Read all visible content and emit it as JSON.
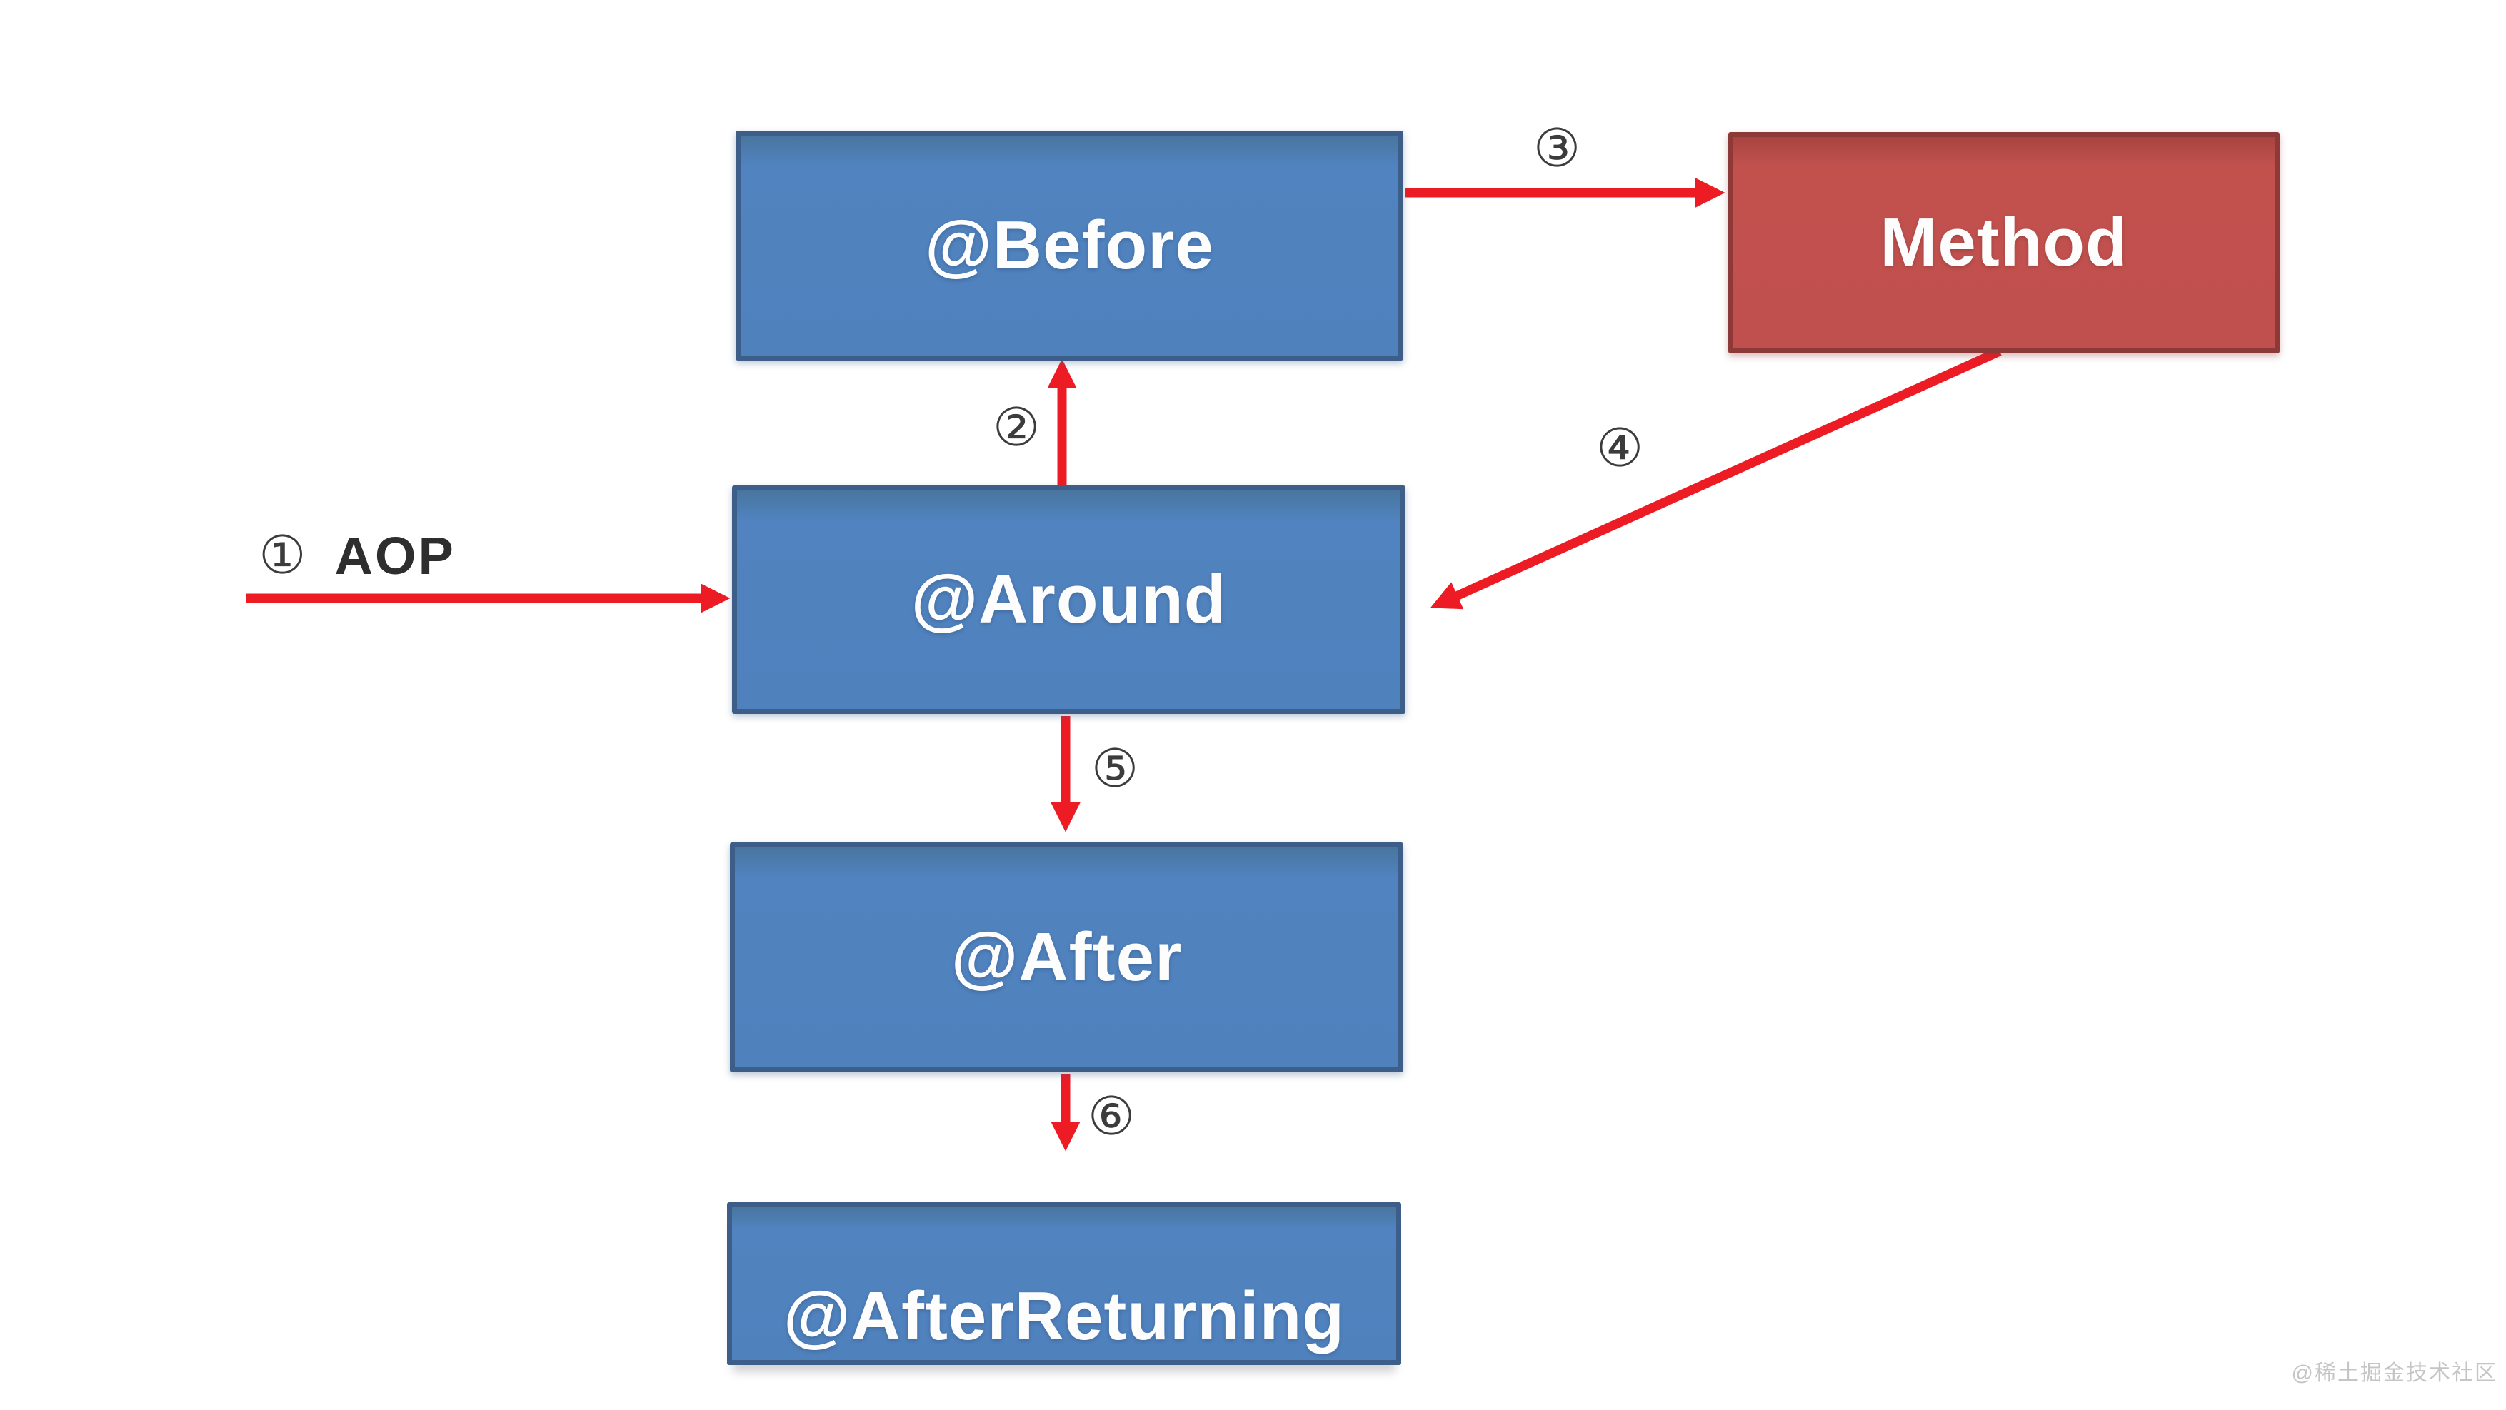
{
  "diagram": {
    "nodes": [
      {
        "id": "before",
        "label": "@Before"
      },
      {
        "id": "method",
        "label": "Method"
      },
      {
        "id": "around",
        "label": "@Around"
      },
      {
        "id": "after",
        "label": "@After"
      },
      {
        "id": "after-returning",
        "label": "@AfterReturning"
      }
    ],
    "steps": [
      {
        "num": "①",
        "label": "AOP"
      },
      {
        "num": "②"
      },
      {
        "num": "③"
      },
      {
        "num": "④"
      },
      {
        "num": "⑤"
      },
      {
        "num": "⑥"
      }
    ],
    "watermark": "@稀土掘金技术社区"
  },
  "colors": {
    "node-blue": "#4f81bd",
    "node-blue-border": "#3c5e88",
    "node-red": "#c0504d",
    "node-red-border": "#8d3937",
    "arrow-red": "#ed1c24",
    "label-dark": "#333333",
    "watermark-gray": "#c5c5c5"
  }
}
